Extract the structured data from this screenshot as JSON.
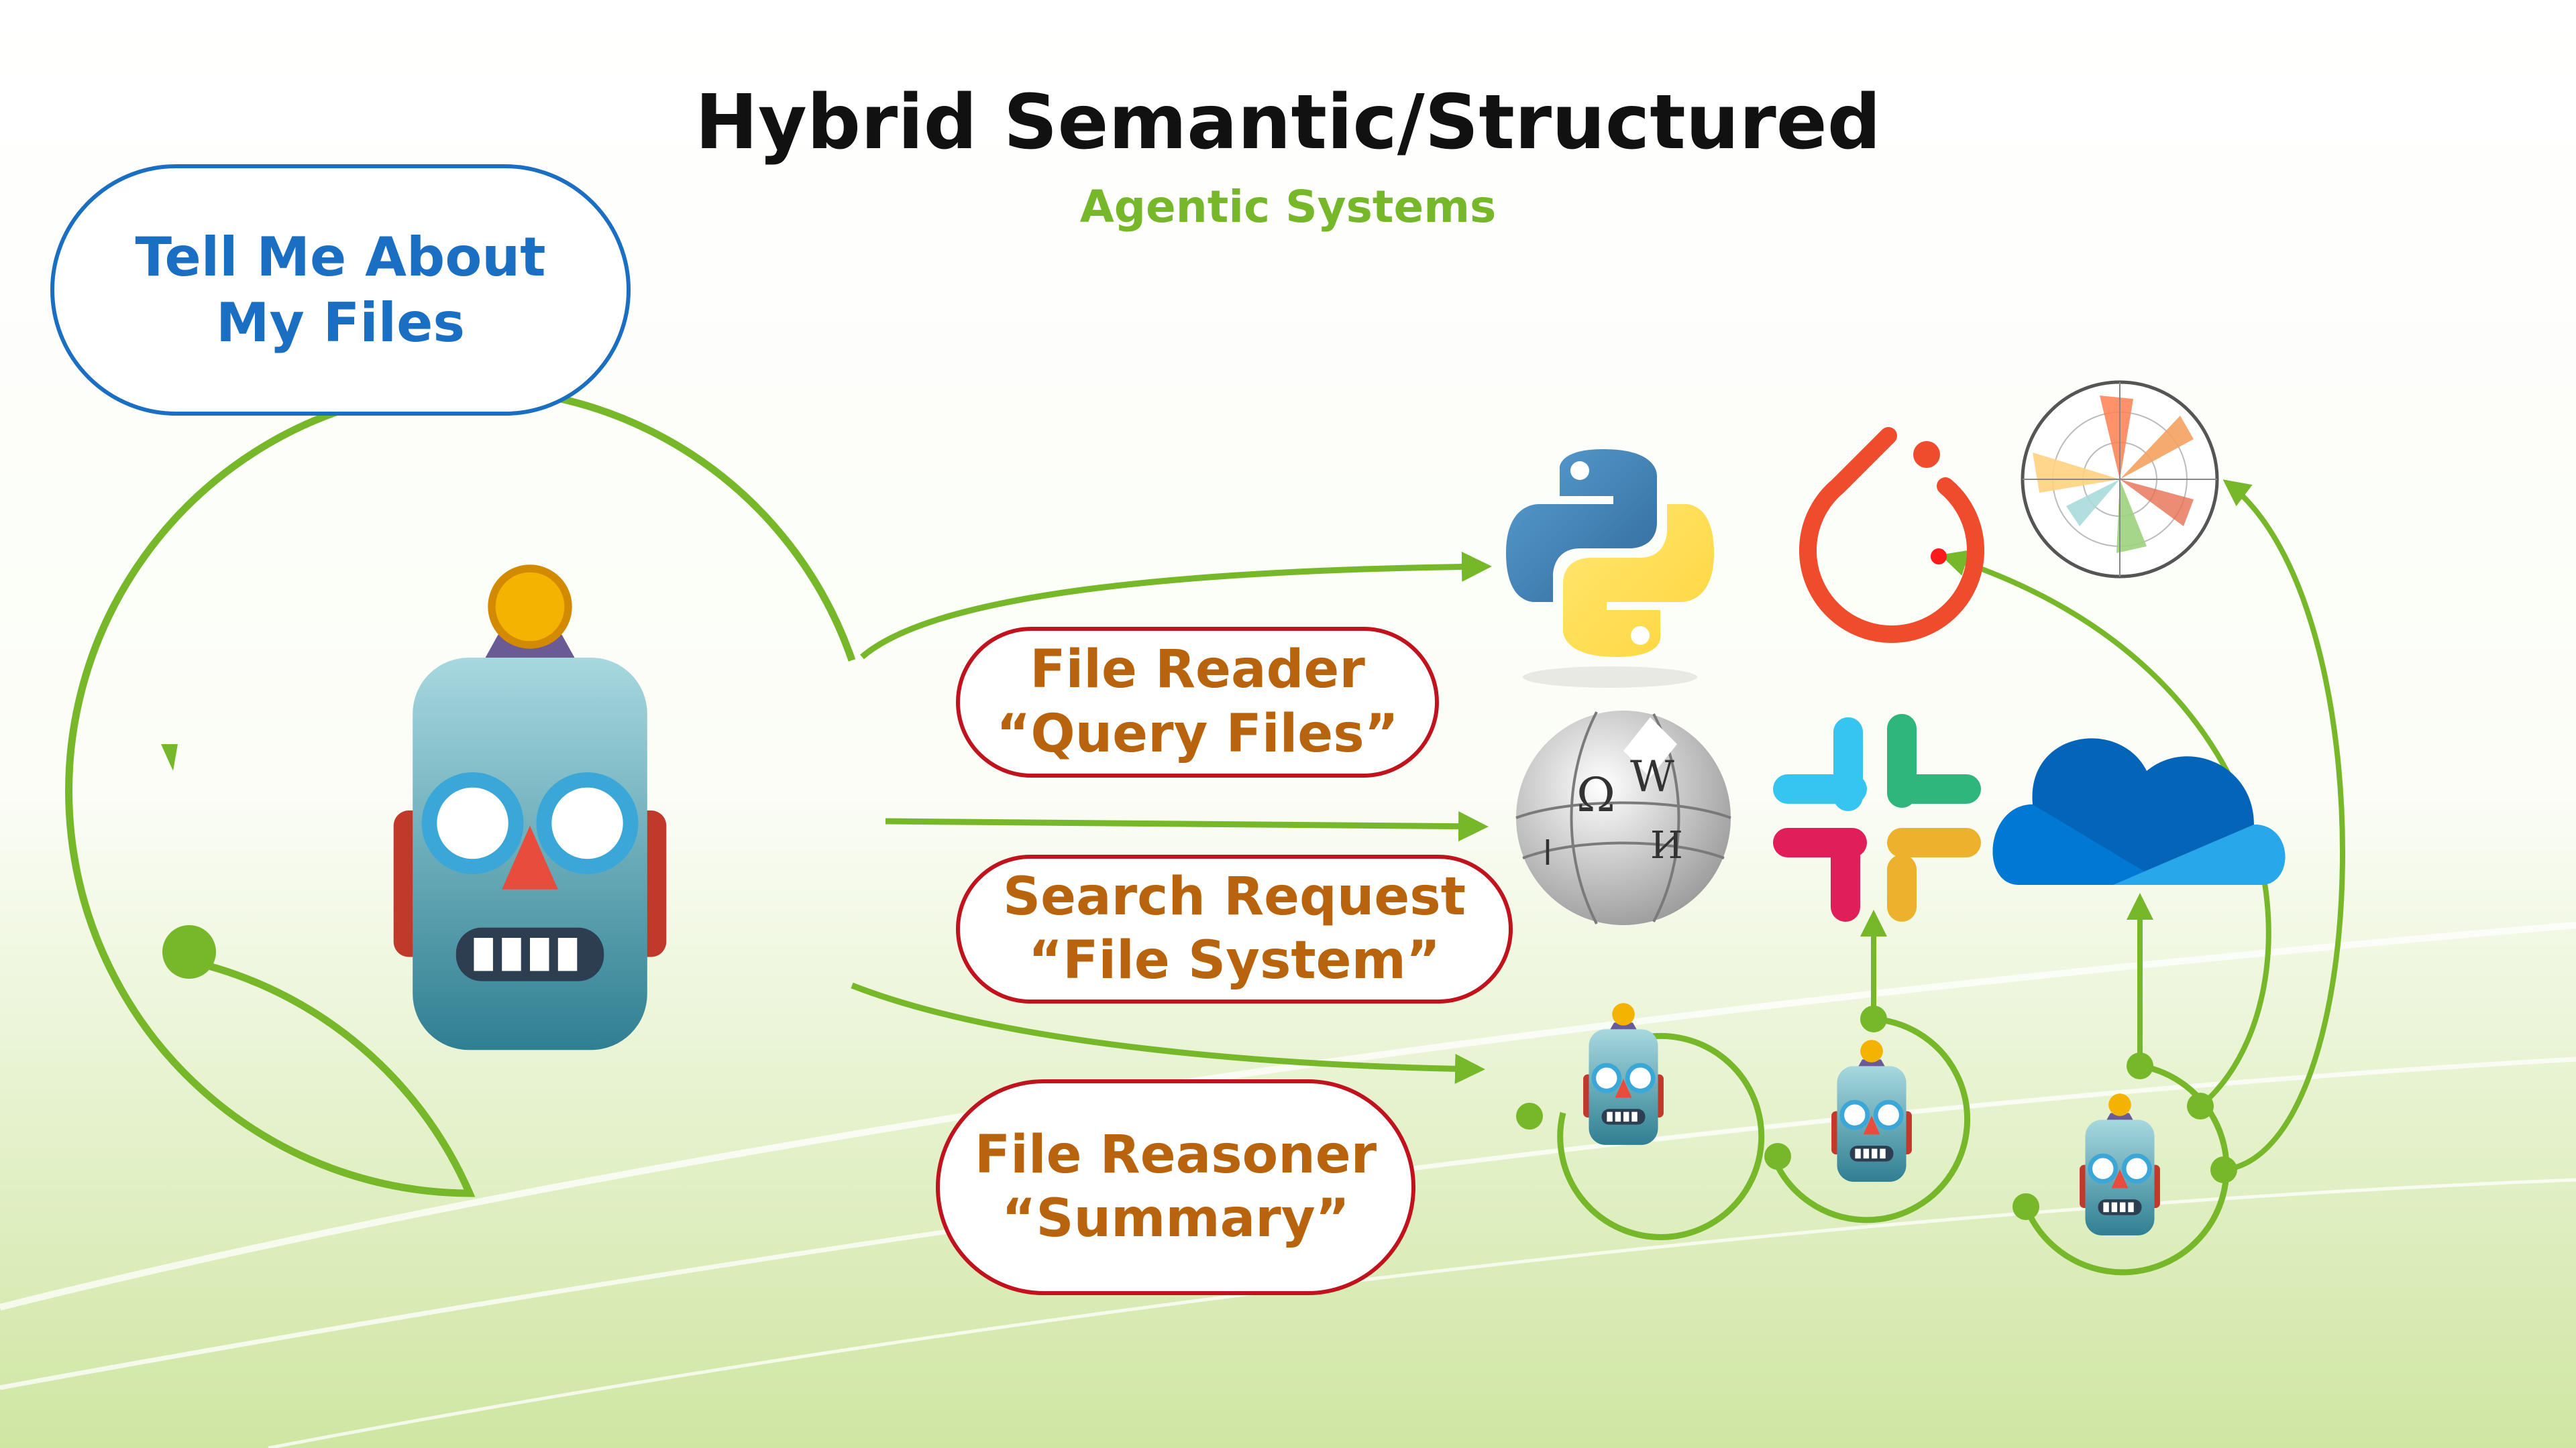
{
  "header": {
    "title": "Hybrid Semantic/Structured",
    "subtitle": "Agentic Systems"
  },
  "prompt_box": {
    "line1": "Tell Me About",
    "line2": "My Files"
  },
  "tools": [
    {
      "line1": "File Reader",
      "line2": "“Query Files”"
    },
    {
      "line1": "Search Request",
      "line2": "“File System”"
    },
    {
      "line1": "File Reasoner",
      "line2": "“Summary”"
    }
  ],
  "icons": {
    "main_agent": "robot-icon",
    "sub_agents": [
      "robot-icon",
      "robot-icon",
      "robot-icon"
    ],
    "services": [
      "python-logo-icon",
      "pytorch-logo-icon",
      "polar-chart-icon",
      "wikipedia-logo-icon",
      "slack-logo-icon",
      "onedrive-cloud-icon"
    ]
  },
  "colors": {
    "title": "#111111",
    "subtitle": "#76b82a",
    "arrow_green": "#76b82a",
    "prompt_blue": "#1a6fc2",
    "tool_red": "#c0131e",
    "tool_text": "#b8640e"
  }
}
